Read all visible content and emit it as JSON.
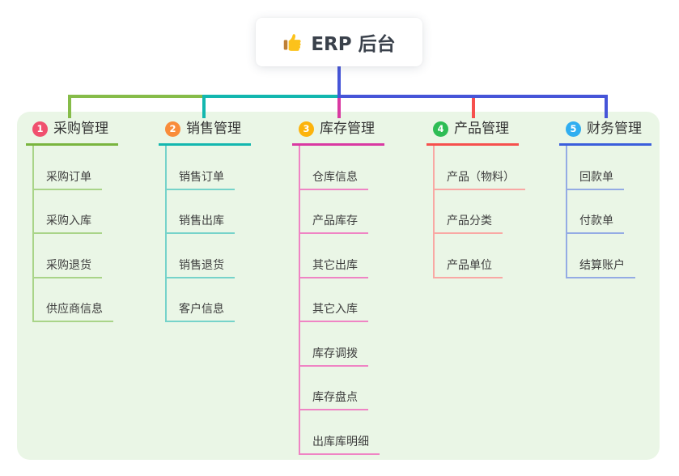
{
  "root": {
    "title": "ERP 后台",
    "icon": "thumbs-up-icon"
  },
  "colors": {
    "panel_bg": "#EAF6E6",
    "root_line": "#4655D8",
    "root_text": "#3A414B"
  },
  "branches": [
    {
      "index": "1",
      "label": "采购管理",
      "circle_color": "#F0506E",
      "line_color": "#79B53E",
      "child_line_color": "#A9D488",
      "connector_color": "#86BC49",
      "children": [
        "采购订单",
        "采购入库",
        "采购退货",
        "供应商信息"
      ]
    },
    {
      "index": "2",
      "label": "销售管理",
      "circle_color": "#F98C3A",
      "line_color": "#13B7AF",
      "child_line_color": "#76D3CA",
      "connector_color": "#13B7AF",
      "children": [
        "销售订单",
        "销售出库",
        "销售退货",
        "客户信息"
      ]
    },
    {
      "index": "3",
      "label": "库存管理",
      "circle_color": "#FCB30C",
      "line_color": "#D939A2",
      "child_line_color": "#EF84C4",
      "connector_color": "#D939A2",
      "children": [
        "仓库信息",
        "产品库存",
        "其它出库",
        "其它入库",
        "库存调拨",
        "库存盘点",
        "出库库明细"
      ]
    },
    {
      "index": "4",
      "label": "产品管理",
      "circle_color": "#2EBD55",
      "line_color": "#F6504D",
      "child_line_color": "#F9A8A4",
      "connector_color": "#F6504D",
      "children": [
        "产品（物料）",
        "产品分类",
        "产品单位"
      ]
    },
    {
      "index": "5",
      "label": "财务管理",
      "circle_color": "#30AEF0",
      "line_color": "#3B5EDC",
      "child_line_color": "#94ABE4",
      "connector_color": "#4655D8",
      "children": [
        "回款单",
        "付款单",
        "结算账户"
      ]
    }
  ]
}
